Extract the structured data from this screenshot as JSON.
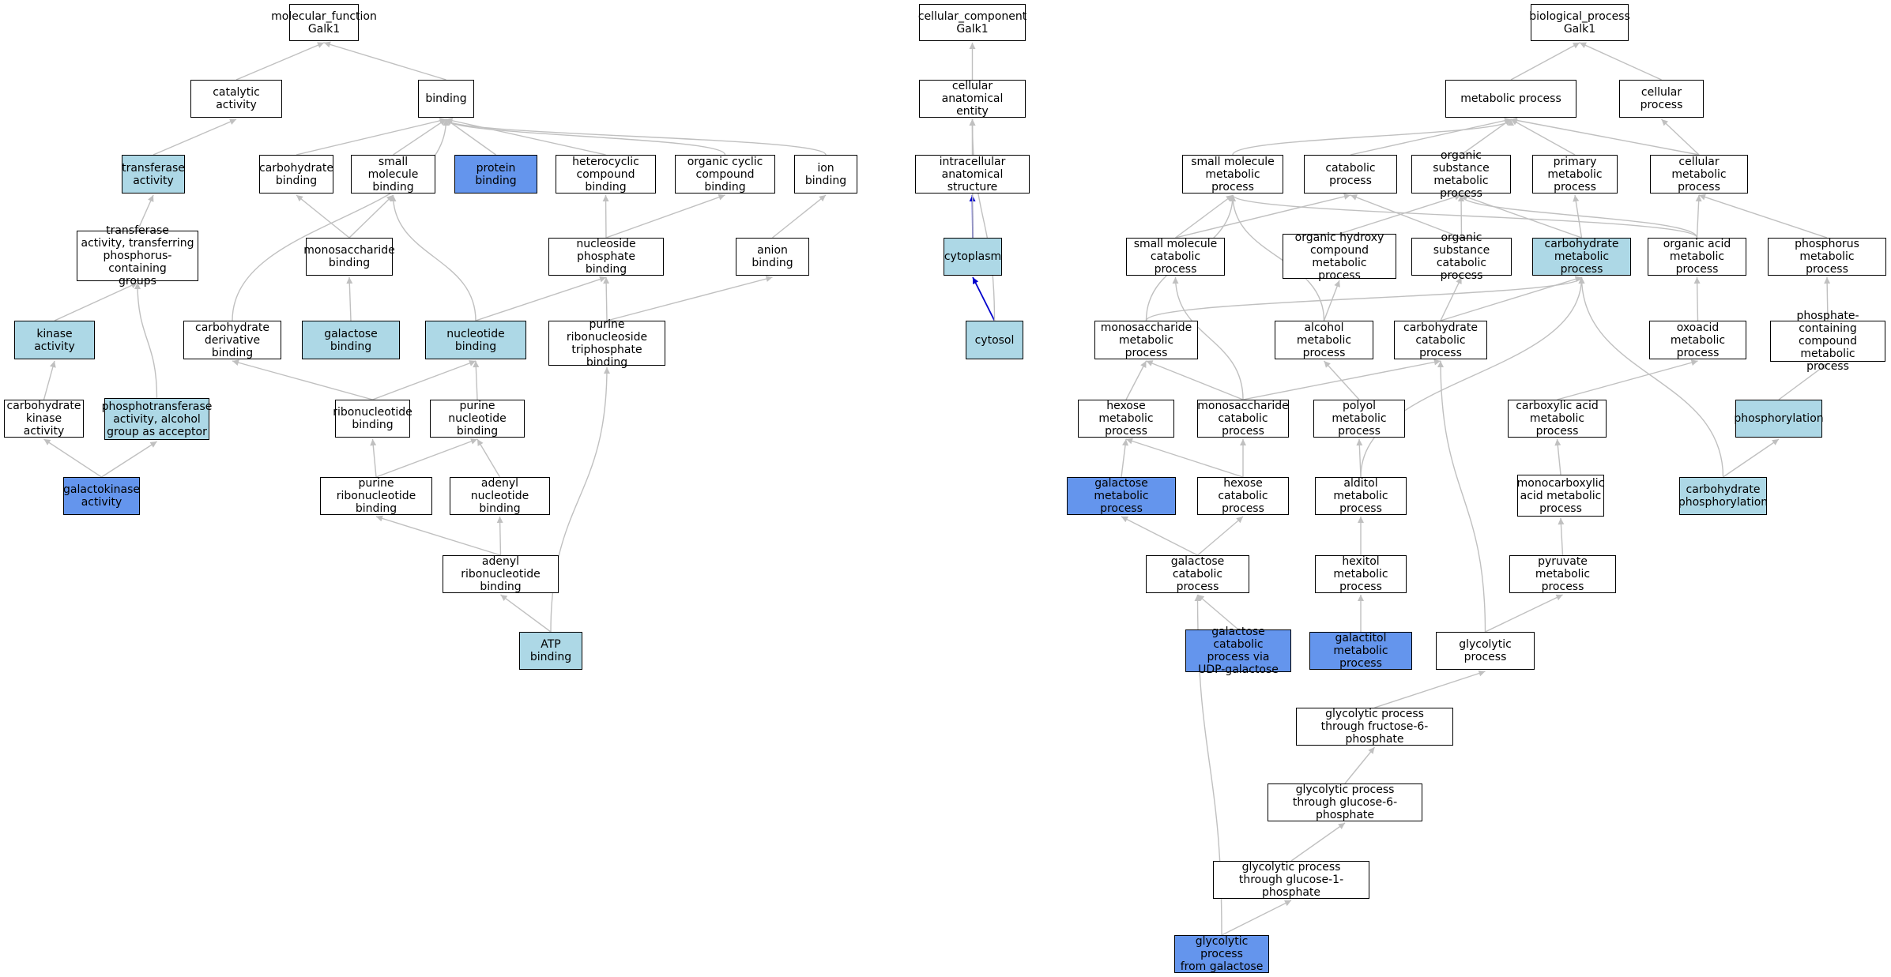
{
  "colors": {
    "edge_default": "#c0c0c0",
    "edge_highlight": "#0000cc",
    "fill_plain": "#ffffff",
    "fill_light": "#add8e6",
    "fill_dark": "#6495ed"
  },
  "nodes": [
    {
      "id": "mf_root",
      "label": "molecular_function\nGalk1",
      "fill": "plain"
    },
    {
      "id": "catalytic",
      "label": "catalytic activity",
      "fill": "plain"
    },
    {
      "id": "binding",
      "label": "binding",
      "fill": "plain"
    },
    {
      "id": "transferase",
      "label": "transferase\nactivity",
      "fill": "light"
    },
    {
      "id": "carb_binding",
      "label": "carbohydrate\nbinding",
      "fill": "plain"
    },
    {
      "id": "small_mol_binding",
      "label": "small molecule\nbinding",
      "fill": "plain"
    },
    {
      "id": "protein_binding",
      "label": "protein binding",
      "fill": "dark"
    },
    {
      "id": "heterocyclic",
      "label": "heterocyclic\ncompound binding",
      "fill": "plain"
    },
    {
      "id": "organic_cyclic",
      "label": "organic cyclic\ncompound binding",
      "fill": "plain"
    },
    {
      "id": "ion_binding",
      "label": "ion binding",
      "fill": "plain"
    },
    {
      "id": "transferase_phos",
      "label": "transferase\nactivity, transferring\nphosphorus-containing\ngroups",
      "fill": "plain"
    },
    {
      "id": "mono_binding",
      "label": "monosaccharide\nbinding",
      "fill": "plain"
    },
    {
      "id": "nucleoside_phos",
      "label": "nucleoside phosphate\nbinding",
      "fill": "plain"
    },
    {
      "id": "anion_binding",
      "label": "anion binding",
      "fill": "plain"
    },
    {
      "id": "kinase",
      "label": "kinase activity",
      "fill": "light"
    },
    {
      "id": "carb_deriv",
      "label": "carbohydrate\nderivative binding",
      "fill": "plain"
    },
    {
      "id": "galactose_binding",
      "label": "galactose binding",
      "fill": "light"
    },
    {
      "id": "nucleotide_binding",
      "label": "nucleotide binding",
      "fill": "light"
    },
    {
      "id": "purine_rnt_triphos",
      "label": "purine ribonucleoside\ntriphosphate\nbinding",
      "fill": "plain"
    },
    {
      "id": "carb_kinase",
      "label": "carbohydrate\nkinase activity",
      "fill": "plain"
    },
    {
      "id": "phosphotransferase",
      "label": "phosphotransferase\nactivity, alcohol\ngroup as acceptor",
      "fill": "light"
    },
    {
      "id": "ribonucleotide",
      "label": "ribonucleotide\nbinding",
      "fill": "plain"
    },
    {
      "id": "purine_nucleotide",
      "label": "purine nucleotide\nbinding",
      "fill": "plain"
    },
    {
      "id": "galactokinase",
      "label": "galactokinase\nactivity",
      "fill": "dark"
    },
    {
      "id": "purine_ribonucleotide",
      "label": "purine ribonucleotide\nbinding",
      "fill": "plain"
    },
    {
      "id": "adenyl_nucleotide",
      "label": "adenyl nucleotide\nbinding",
      "fill": "plain"
    },
    {
      "id": "adenyl_ribonucleotide",
      "label": "adenyl ribonucleotide\nbinding",
      "fill": "plain"
    },
    {
      "id": "atp_binding",
      "label": "ATP binding",
      "fill": "light"
    },
    {
      "id": "cc_root",
      "label": "cellular_component\nGalk1",
      "fill": "plain"
    },
    {
      "id": "cell_anat",
      "label": "cellular anatomical\nentity",
      "fill": "plain"
    },
    {
      "id": "intracell",
      "label": "intracellular\nanatomical structure",
      "fill": "plain"
    },
    {
      "id": "cytoplasm",
      "label": "cytoplasm",
      "fill": "light"
    },
    {
      "id": "cytosol",
      "label": "cytosol",
      "fill": "light"
    },
    {
      "id": "bp_root",
      "label": "biological_process\nGalk1",
      "fill": "plain"
    },
    {
      "id": "metabolic",
      "label": "metabolic process",
      "fill": "plain"
    },
    {
      "id": "cellular_proc",
      "label": "cellular process",
      "fill": "plain"
    },
    {
      "id": "small_mol_met",
      "label": "small molecule\nmetabolic process",
      "fill": "plain"
    },
    {
      "id": "catabolic",
      "label": "catabolic process",
      "fill": "plain"
    },
    {
      "id": "org_sub_met",
      "label": "organic substance\nmetabolic process",
      "fill": "plain"
    },
    {
      "id": "primary_met",
      "label": "primary metabolic\nprocess",
      "fill": "plain"
    },
    {
      "id": "cellular_met",
      "label": "cellular metabolic\nprocess",
      "fill": "plain"
    },
    {
      "id": "small_mol_cat",
      "label": "small molecule\ncatabolic process",
      "fill": "plain"
    },
    {
      "id": "org_hydroxy",
      "label": "organic hydroxy\ncompound metabolic\nprocess",
      "fill": "plain"
    },
    {
      "id": "org_sub_cat",
      "label": "organic substance\ncatabolic process",
      "fill": "plain"
    },
    {
      "id": "carb_met",
      "label": "carbohydrate\nmetabolic process",
      "fill": "light"
    },
    {
      "id": "org_acid_met",
      "label": "organic acid\nmetabolic process",
      "fill": "plain"
    },
    {
      "id": "phosphorus_met",
      "label": "phosphorus metabolic\nprocess",
      "fill": "plain"
    },
    {
      "id": "mono_met",
      "label": "monosaccharide\nmetabolic process",
      "fill": "plain"
    },
    {
      "id": "alcohol_met",
      "label": "alcohol metabolic\nprocess",
      "fill": "plain"
    },
    {
      "id": "carb_cat",
      "label": "carbohydrate\ncatabolic process",
      "fill": "plain"
    },
    {
      "id": "oxoacid_met",
      "label": "oxoacid metabolic\nprocess",
      "fill": "plain"
    },
    {
      "id": "phosphate_met",
      "label": "phosphate-containing\ncompound metabolic\nprocess",
      "fill": "plain"
    },
    {
      "id": "hexose_met",
      "label": "hexose metabolic\nprocess",
      "fill": "plain"
    },
    {
      "id": "mono_cat",
      "label": "monosaccharide\ncatabolic process",
      "fill": "plain"
    },
    {
      "id": "polyol_met",
      "label": "polyol metabolic\nprocess",
      "fill": "plain"
    },
    {
      "id": "carboxylic_met",
      "label": "carboxylic acid\nmetabolic process",
      "fill": "plain"
    },
    {
      "id": "phosphorylation",
      "label": "phosphorylation",
      "fill": "light"
    },
    {
      "id": "galactose_met",
      "label": "galactose metabolic\nprocess",
      "fill": "dark"
    },
    {
      "id": "hexose_cat",
      "label": "hexose catabolic\nprocess",
      "fill": "plain"
    },
    {
      "id": "alditol_met",
      "label": "alditol metabolic\nprocess",
      "fill": "plain"
    },
    {
      "id": "monocarboxylic_met",
      "label": "monocarboxylic\nacid metabolic\nprocess",
      "fill": "plain"
    },
    {
      "id": "carb_phosphorylation",
      "label": "carbohydrate\nphosphorylation",
      "fill": "light"
    },
    {
      "id": "galactose_cat",
      "label": "galactose catabolic\nprocess",
      "fill": "plain"
    },
    {
      "id": "hexitol_met",
      "label": "hexitol metabolic\nprocess",
      "fill": "plain"
    },
    {
      "id": "pyruvate_met",
      "label": "pyruvate metabolic\nprocess",
      "fill": "plain"
    },
    {
      "id": "galactose_cat_udp",
      "label": "galactose catabolic\nprocess via\nUDP-galactose",
      "fill": "dark"
    },
    {
      "id": "galactitol_met",
      "label": "galactitol metabolic\nprocess",
      "fill": "dark"
    },
    {
      "id": "glycolytic",
      "label": "glycolytic process",
      "fill": "plain"
    },
    {
      "id": "glyco_f6p",
      "label": "glycolytic process\nthrough fructose-6-phosphate",
      "fill": "plain"
    },
    {
      "id": "glyco_g6p",
      "label": "glycolytic process\nthrough glucose-6-phosphate",
      "fill": "plain"
    },
    {
      "id": "glyco_g1p",
      "label": "glycolytic process\nthrough glucose-1-phosphate",
      "fill": "plain"
    },
    {
      "id": "glyco_gal",
      "label": "glycolytic process\nfrom galactose",
      "fill": "dark"
    }
  ],
  "edges": [
    [
      "catalytic",
      "mf_root"
    ],
    [
      "binding",
      "mf_root"
    ],
    [
      "transferase",
      "catalytic"
    ],
    [
      "carb_binding",
      "binding"
    ],
    [
      "small_mol_binding",
      "binding"
    ],
    [
      "protein_binding",
      "binding"
    ],
    [
      "heterocyclic",
      "binding"
    ],
    [
      "organic_cyclic",
      "binding"
    ],
    [
      "ion_binding",
      "binding"
    ],
    [
      "carb_deriv",
      "binding"
    ],
    [
      "transferase_phos",
      "transferase"
    ],
    [
      "mono_binding",
      "carb_binding"
    ],
    [
      "mono_binding",
      "small_mol_binding"
    ],
    [
      "nucleoside_phos",
      "heterocyclic"
    ],
    [
      "nucleoside_phos",
      "organic_cyclic"
    ],
    [
      "anion_binding",
      "ion_binding"
    ],
    [
      "kinase",
      "transferase_phos"
    ],
    [
      "phosphotransferase",
      "transferase_phos"
    ],
    [
      "galactose_binding",
      "mono_binding"
    ],
    [
      "nucleotide_binding",
      "small_mol_binding"
    ],
    [
      "nucleotide_binding",
      "nucleoside_phos"
    ],
    [
      "purine_rnt_triphos",
      "nucleoside_phos"
    ],
    [
      "purine_rnt_triphos",
      "anion_binding"
    ],
    [
      "carb_kinase",
      "kinase"
    ],
    [
      "ribonucleotide",
      "carb_deriv"
    ],
    [
      "ribonucleotide",
      "nucleotide_binding"
    ],
    [
      "purine_nucleotide",
      "nucleotide_binding"
    ],
    [
      "galactokinase",
      "carb_kinase"
    ],
    [
      "galactokinase",
      "phosphotransferase"
    ],
    [
      "purine_ribonucleotide",
      "ribonucleotide"
    ],
    [
      "purine_ribonucleotide",
      "purine_nucleotide"
    ],
    [
      "adenyl_nucleotide",
      "purine_nucleotide"
    ],
    [
      "adenyl_ribonucleotide",
      "purine_ribonucleotide"
    ],
    [
      "adenyl_ribonucleotide",
      "adenyl_nucleotide"
    ],
    [
      "atp_binding",
      "adenyl_ribonucleotide"
    ],
    [
      "atp_binding",
      "purine_rnt_triphos"
    ],
    [
      "cell_anat",
      "cc_root"
    ],
    [
      "intracell",
      "cell_anat"
    ],
    [
      "cytoplasm",
      "intracell",
      "highlight"
    ],
    [
      "cytoplasm",
      "cell_anat"
    ],
    [
      "cytosol",
      "cytoplasm",
      "highlight"
    ],
    [
      "cytosol",
      "cell_anat"
    ],
    [
      "metabolic",
      "bp_root"
    ],
    [
      "cellular_proc",
      "bp_root"
    ],
    [
      "small_mol_met",
      "metabolic"
    ],
    [
      "catabolic",
      "metabolic"
    ],
    [
      "org_sub_met",
      "metabolic"
    ],
    [
      "primary_met",
      "metabolic"
    ],
    [
      "cellular_met",
      "metabolic"
    ],
    [
      "cellular_met",
      "cellular_proc"
    ],
    [
      "small_mol_cat",
      "small_mol_met"
    ],
    [
      "small_mol_cat",
      "catabolic"
    ],
    [
      "org_hydroxy",
      "org_sub_met"
    ],
    [
      "org_sub_cat",
      "catabolic"
    ],
    [
      "org_sub_cat",
      "org_sub_met"
    ],
    [
      "carb_met",
      "org_sub_met"
    ],
    [
      "carb_met",
      "primary_met"
    ],
    [
      "org_acid_met",
      "small_mol_met"
    ],
    [
      "org_acid_met",
      "cellular_met"
    ],
    [
      "org_acid_met",
      "org_sub_met"
    ],
    [
      "phosphorus_met",
      "cellular_met"
    ],
    [
      "mono_met",
      "small_mol_met"
    ],
    [
      "mono_met",
      "carb_met"
    ],
    [
      "alcohol_met",
      "org_hydroxy"
    ],
    [
      "alcohol_met",
      "small_mol_met"
    ],
    [
      "carb_cat",
      "org_sub_cat"
    ],
    [
      "carb_cat",
      "carb_met"
    ],
    [
      "oxoacid_met",
      "org_acid_met"
    ],
    [
      "phosphate_met",
      "phosphorus_met"
    ],
    [
      "hexose_met",
      "mono_met"
    ],
    [
      "mono_cat",
      "mono_met"
    ],
    [
      "mono_cat",
      "carb_cat"
    ],
    [
      "mono_cat",
      "small_mol_cat"
    ],
    [
      "polyol_met",
      "alcohol_met"
    ],
    [
      "carboxylic_met",
      "oxoacid_met"
    ],
    [
      "phosphorylation",
      "phosphate_met"
    ],
    [
      "galactose_met",
      "hexose_met"
    ],
    [
      "hexose_cat",
      "hexose_met"
    ],
    [
      "hexose_cat",
      "mono_cat"
    ],
    [
      "alditol_met",
      "polyol_met"
    ],
    [
      "alditol_met",
      "carb_met"
    ],
    [
      "monocarboxylic_met",
      "carboxylic_met"
    ],
    [
      "carb_phosphorylation",
      "phosphorylation"
    ],
    [
      "carb_phosphorylation",
      "carb_met"
    ],
    [
      "galactose_cat",
      "galactose_met"
    ],
    [
      "galactose_cat",
      "hexose_cat"
    ],
    [
      "hexitol_met",
      "alditol_met"
    ],
    [
      "pyruvate_met",
      "monocarboxylic_met"
    ],
    [
      "galactose_cat_udp",
      "galactose_cat"
    ],
    [
      "galactitol_met",
      "hexitol_met"
    ],
    [
      "glycolytic",
      "pyruvate_met"
    ],
    [
      "glycolytic",
      "carb_cat"
    ],
    [
      "glyco_f6p",
      "glycolytic"
    ],
    [
      "glyco_g6p",
      "glyco_f6p"
    ],
    [
      "glyco_g1p",
      "glyco_g6p"
    ],
    [
      "glyco_gal",
      "glyco_g1p"
    ],
    [
      "glyco_gal",
      "galactose_cat"
    ]
  ]
}
